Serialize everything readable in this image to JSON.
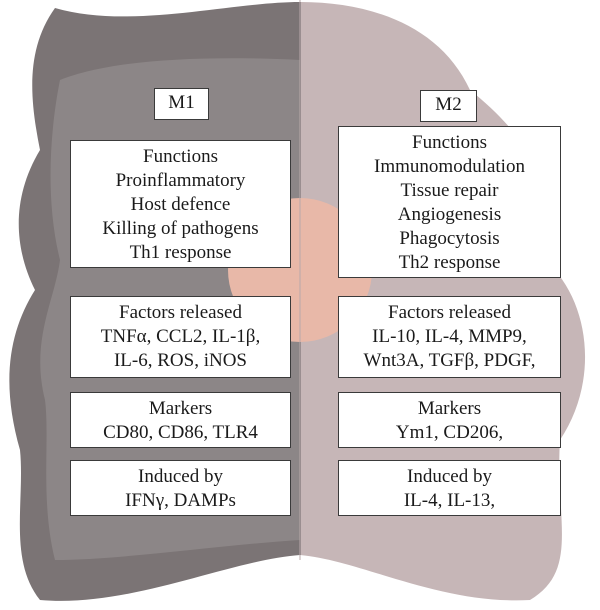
{
  "colors": {
    "m1_fill": "#7b7475",
    "m1_fill_light": "#a3a0a1",
    "m2_fill": "#c6b6b7",
    "center_circle": "#e8b8a8",
    "box_border": "#3a3a3a"
  },
  "m1": {
    "title": "M1",
    "functions": [
      "Functions",
      "Proinflammatory",
      "Host defence",
      "Killing of pathogens",
      "Th1 response"
    ],
    "factors": [
      "Factors released",
      "TNFα, CCL2, IL-1β,",
      "IL-6, ROS, iNOS"
    ],
    "markers": [
      "Markers",
      "CD80, CD86, TLR4"
    ],
    "induced": [
      "Induced by",
      "IFNγ, DAMPs"
    ]
  },
  "m2": {
    "title": "M2",
    "functions": [
      "Functions",
      "Immunomodulation",
      "Tissue repair",
      "Angiogenesis",
      "Phagocytosis",
      "Th2 response"
    ],
    "factors": [
      "Factors released",
      "IL-10, IL-4, MMP9,",
      "Wnt3A, TGFβ, PDGF,"
    ],
    "markers": [
      "Markers",
      "Ym1, CD206,"
    ],
    "induced": [
      "Induced by",
      "IL-4, IL-13,"
    ]
  }
}
